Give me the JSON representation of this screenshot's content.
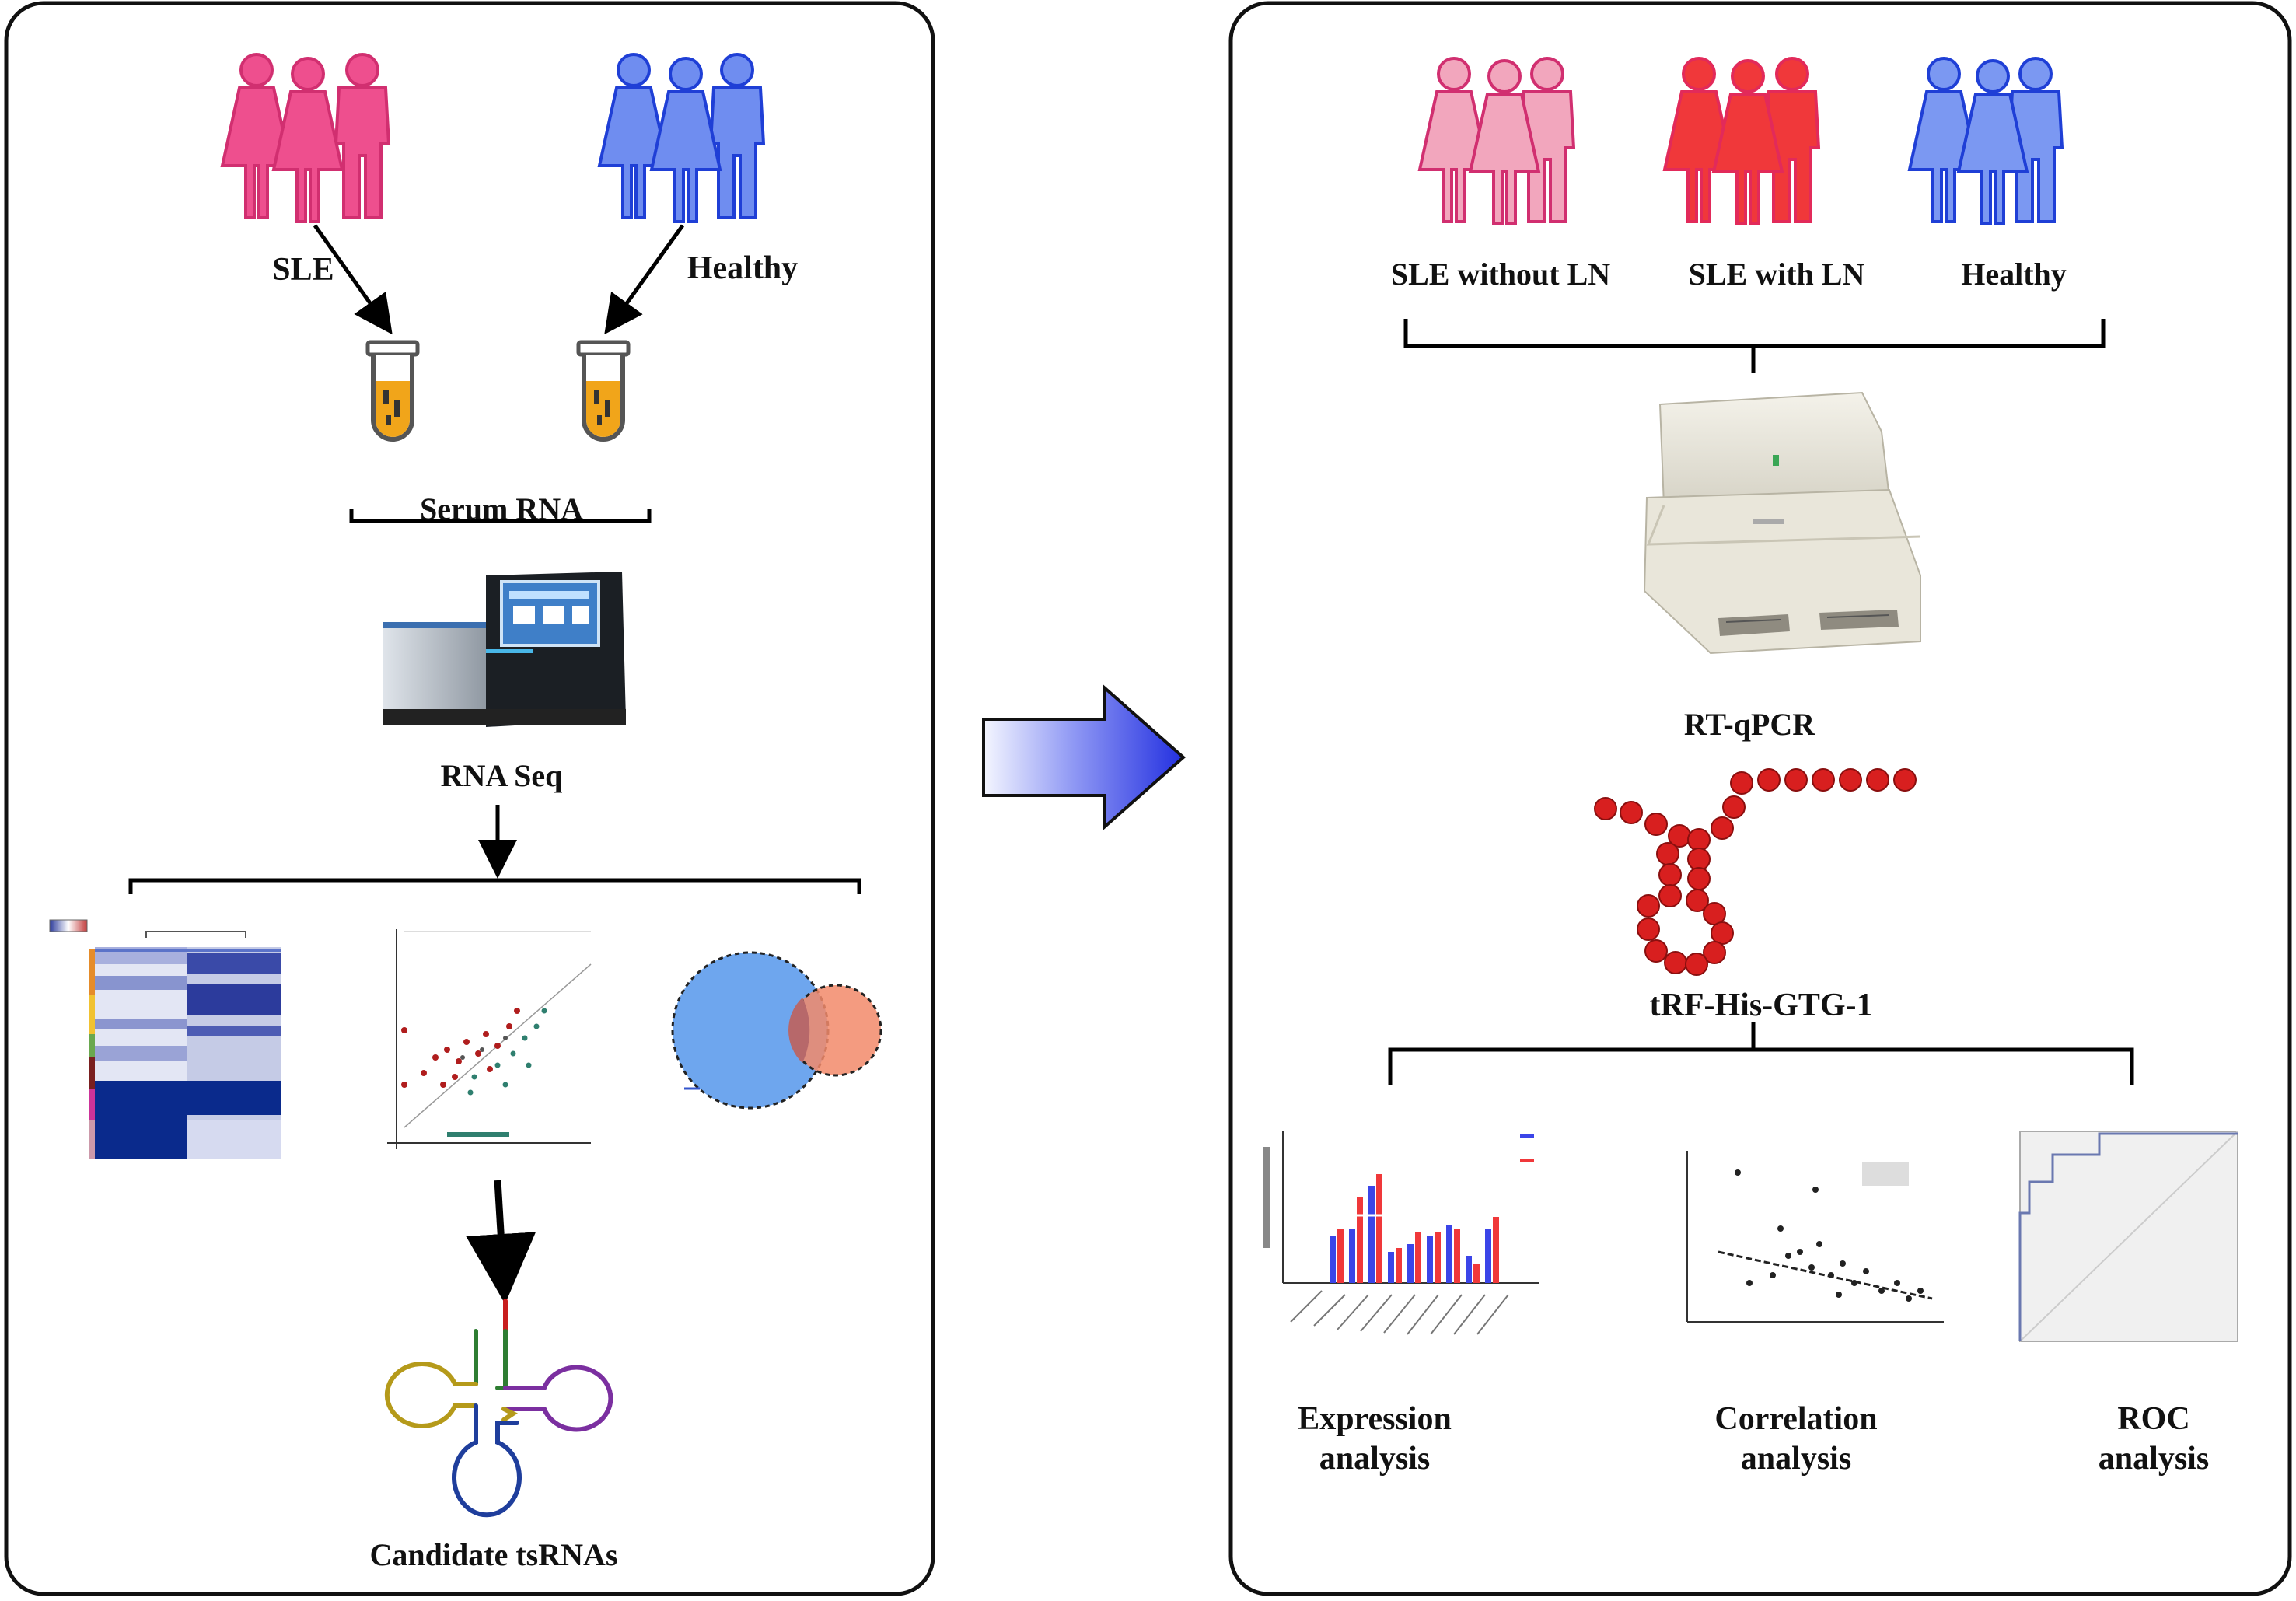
{
  "left_panel": {
    "group_sle": "SLE",
    "group_healthy": "Healthy",
    "serum_rna": "Serum RNA",
    "rna_seq": "RNA Seq",
    "candidate": "Candidate tsRNAs"
  },
  "right_panel": {
    "group_sle_without_ln": "SLE without LN",
    "group_sle_with_ln": "SLE with LN",
    "group_healthy": "Healthy",
    "rt_qpcr": "RT-qPCR",
    "trf": "tRF-His-GTG-1",
    "expression_line1": "Expression",
    "expression_line2": "analysis",
    "correlation_line1": "Correlation",
    "correlation_line2": "analysis",
    "roc_line1": "ROC",
    "roc_line2": "analysis"
  },
  "colors": {
    "sle": "#ee4f8e",
    "healthy": "#3a5ee8",
    "sle_with_ln": "#f0383a",
    "tube_fill": "#f1a51a",
    "trf_bead": "#d81f1f",
    "arrow_blue": "#2330e0"
  }
}
